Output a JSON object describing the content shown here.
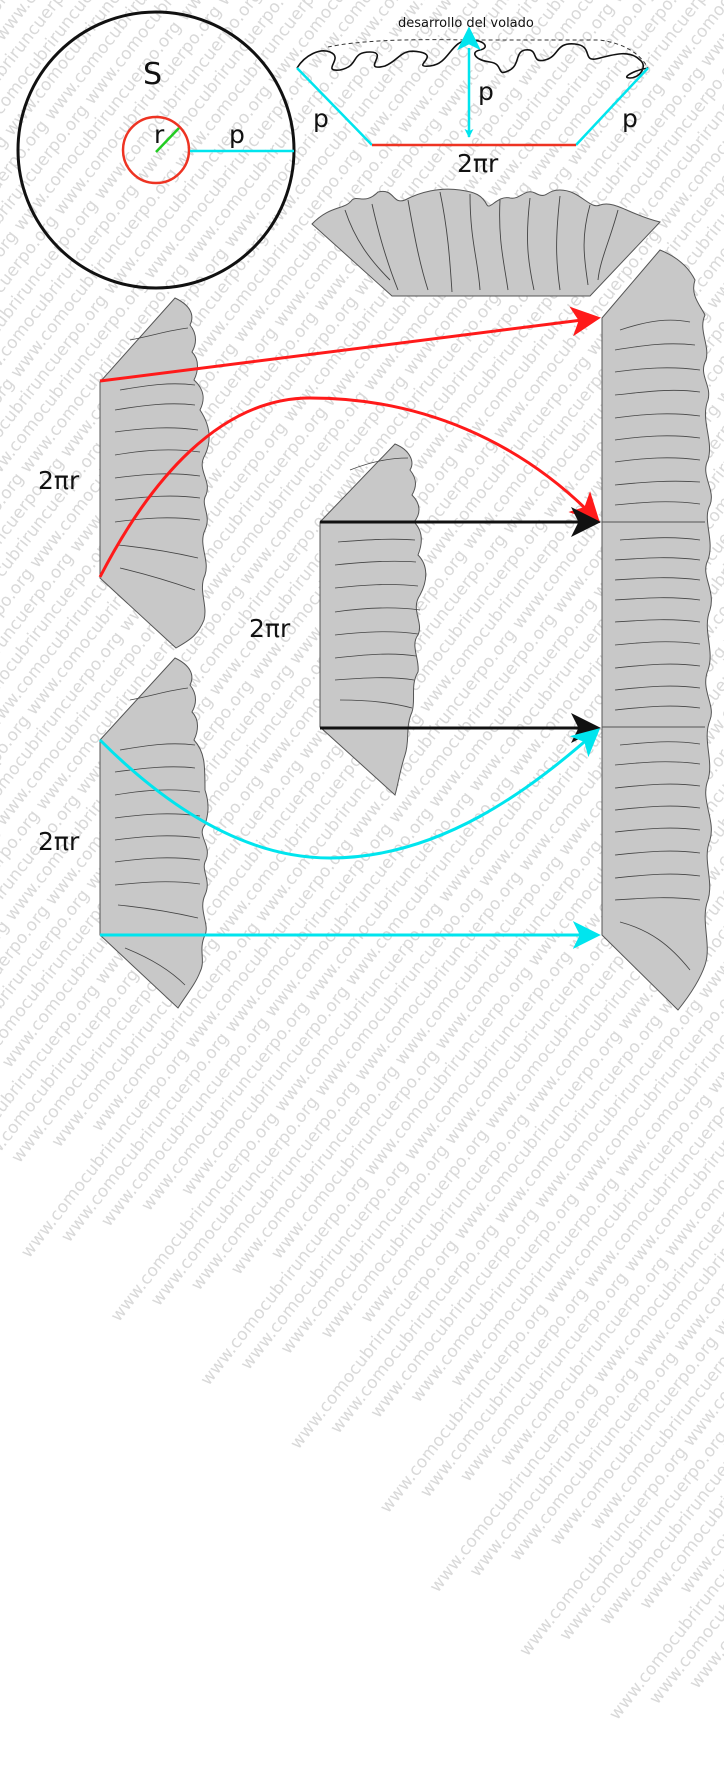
{
  "watermark": {
    "text": "www.comocubriruncuerpo.org"
  },
  "colors": {
    "red": "#ff1a1a",
    "cyan": "#00e5ee",
    "green": "#22cc22",
    "circle_red": "#ee3322",
    "black": "#111111",
    "fabric_fill": "#c8c8c8",
    "fabric_stroke": "#555555"
  },
  "circle_diagram": {
    "outer_label": "S",
    "radius_label": "r",
    "width_label": "p"
  },
  "trapezoid_diagram": {
    "title": "desarrollo del volado",
    "left_label": "p",
    "center_label": "p",
    "right_label": "p",
    "base_label": "2πr"
  },
  "strips": {
    "left_top_label": "2πr",
    "middle_label": "2πr",
    "left_bottom_label": "2πr"
  }
}
